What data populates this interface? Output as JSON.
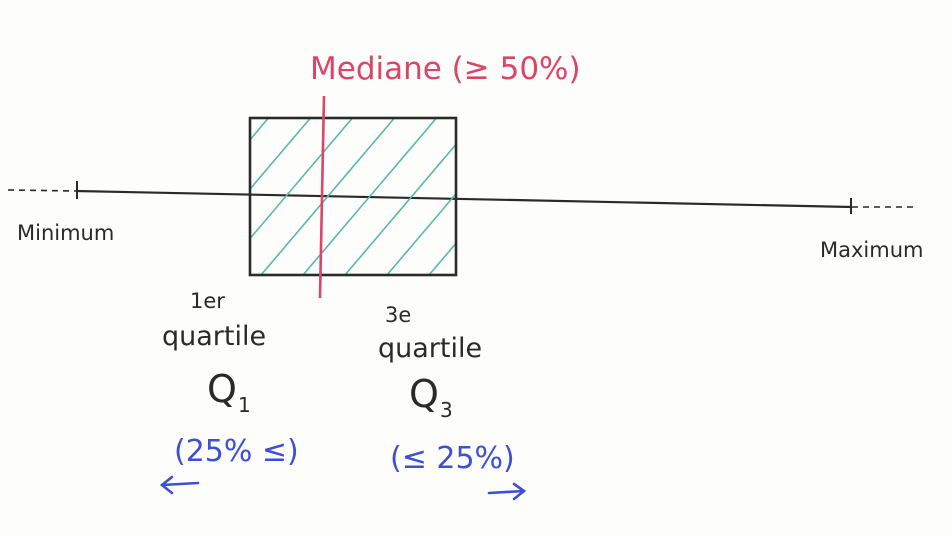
{
  "labels": {
    "median": "Mediane (≥ 50%)",
    "minimum": "Minimum",
    "maximum": "Maximum",
    "q1_line1": "1er",
    "q1_line2": "quartile",
    "q1_symbol": "Q",
    "q1_index": "1",
    "q1_share": "(25% ≤)",
    "q3_line1": "3e",
    "q3_line2": "quartile",
    "q3_symbol": "Q",
    "q3_index": "3",
    "q3_share": "(≤ 25%)"
  },
  "colors": {
    "ink": "#2a2a2a",
    "median": "#d9466a",
    "share": "#3d4fd6",
    "hatch": "#59b8a6"
  },
  "icons": {
    "left_arrow": "left-arrow-icon",
    "right_arrow": "right-arrow-icon"
  }
}
